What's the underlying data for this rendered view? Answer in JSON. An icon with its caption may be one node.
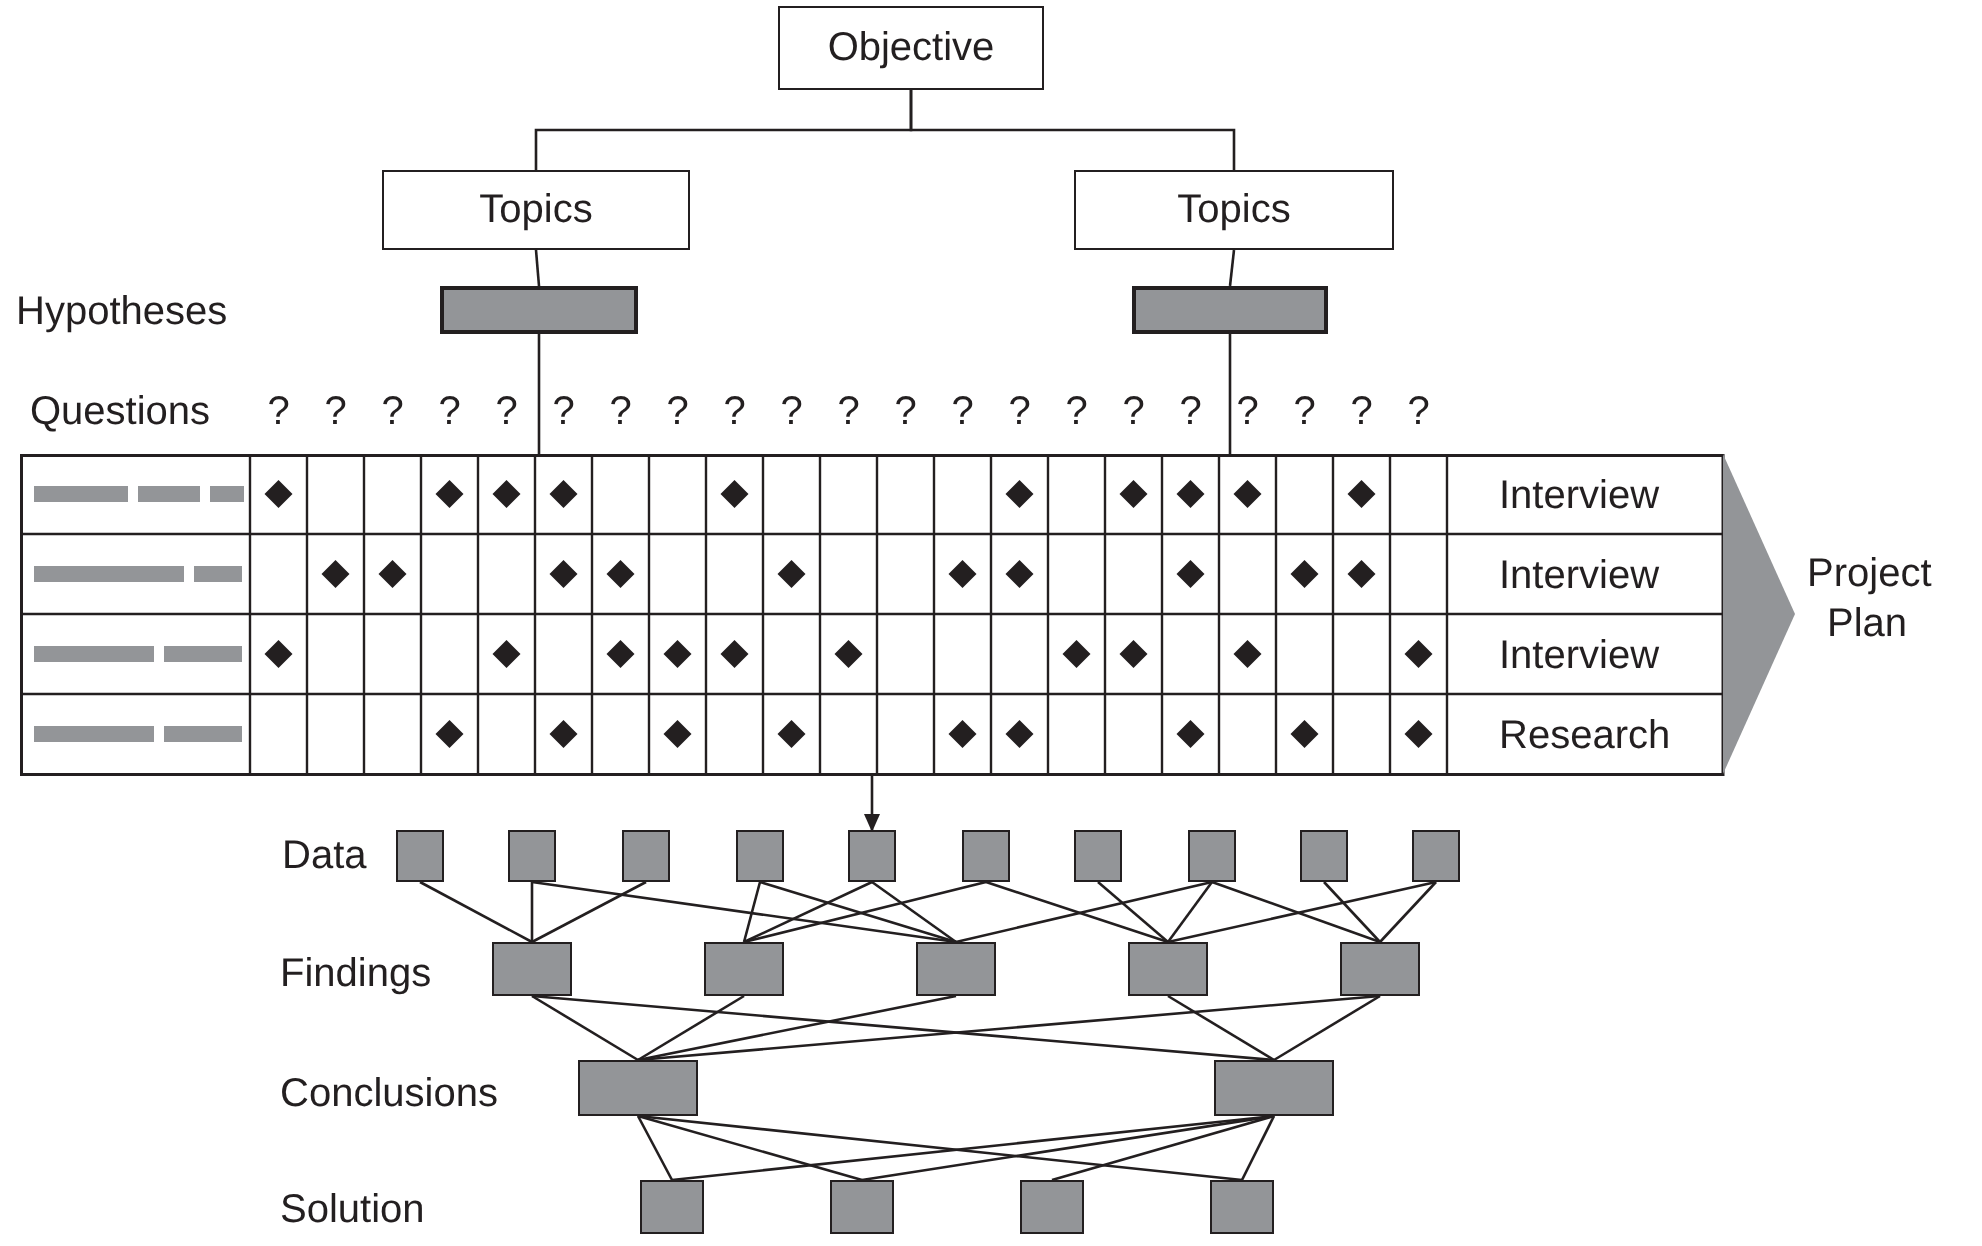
{
  "diagram": {
    "nodes": [
      {
        "text": [
          "Objective"
        ]
      },
      {
        "text": [
          "Topics"
        ]
      },
      {
        "text": [
          "Topics"
        ]
      },
      {
        "text": [],
        "shape": "bar"
      },
      {
        "text": [],
        "shape": "bar"
      },
      {
        "text": [
          "Project Plan"
        ]
      },
      {
        "text": [],
        "shape": "box"
      },
      {
        "text": [],
        "shape": "box"
      },
      {
        "text": [],
        "shape": "box"
      },
      {
        "text": [],
        "shape": "box"
      },
      {
        "text": [],
        "shape": "box"
      },
      {
        "text": [],
        "shape": "box"
      },
      {
        "text": [],
        "shape": "box"
      },
      {
        "text": [],
        "shape": "box"
      },
      {
        "text": [],
        "shape": "box"
      },
      {
        "text": [],
        "shape": "box"
      },
      {
        "text": [],
        "shape": "box"
      },
      {
        "text": [],
        "shape": "box"
      },
      {
        "text": [],
        "shape": "box"
      },
      {
        "text": [],
        "shape": "box"
      },
      {
        "text": [],
        "shape": "box"
      },
      {
        "text": [],
        "shape": "box"
      },
      {
        "text": [],
        "shape": "box"
      },
      {
        "text": [],
        "shape": "box"
      },
      {
        "text": [],
        "shape": "box"
      },
      {
        "text": [],
        "shape": "box"
      },
      {
        "text": [],
        "shape": "box"
      }
    ],
    "edges": [
      {
        "from": 0,
        "to": 1,
        "arrow": "none"
      },
      {
        "from": 0,
        "to": 2,
        "arrow": "none"
      },
      {
        "from": 1,
        "to": 3,
        "arrow": "none"
      },
      {
        "from": 2,
        "to": 4,
        "arrow": "none"
      },
      {
        "from": 3,
        "to": 5,
        "arrow": "none"
      },
      {
        "from": 4,
        "to": 5,
        "arrow": "none"
      },
      {
        "from": 5,
        "to": 10,
        "arrow": "to"
      },
      {
        "from": 6,
        "to": 16,
        "arrow": "none"
      },
      {
        "from": 7,
        "to": 16,
        "arrow": "none"
      },
      {
        "from": 7,
        "to": 18,
        "arrow": "none"
      },
      {
        "from": 8,
        "to": 16,
        "arrow": "none"
      },
      {
        "from": 9,
        "to": 17,
        "arrow": "none"
      },
      {
        "from": 9,
        "to": 18,
        "arrow": "none"
      },
      {
        "from": 10,
        "to": 17,
        "arrow": "none"
      },
      {
        "from": 10,
        "to": 18,
        "arrow": "none"
      },
      {
        "from": 11,
        "to": 17,
        "arrow": "none"
      },
      {
        "from": 11,
        "to": 19,
        "arrow": "none"
      },
      {
        "from": 12,
        "to": 19,
        "arrow": "none"
      },
      {
        "from": 13,
        "to": 18,
        "arrow": "none"
      },
      {
        "from": 13,
        "to": 19,
        "arrow": "none"
      },
      {
        "from": 13,
        "to": 20,
        "arrow": "none"
      },
      {
        "from": 14,
        "to": 20,
        "arrow": "none"
      },
      {
        "from": 15,
        "to": 19,
        "arrow": "none"
      },
      {
        "from": 15,
        "to": 20,
        "arrow": "none"
      },
      {
        "from": 16,
        "to": 21,
        "arrow": "none"
      },
      {
        "from": 16,
        "to": 22,
        "arrow": "none"
      },
      {
        "from": 17,
        "to": 21,
        "arrow": "none"
      },
      {
        "from": 18,
        "to": 21,
        "arrow": "none"
      },
      {
        "from": 19,
        "to": 22,
        "arrow": "none"
      },
      {
        "from": 20,
        "to": 22,
        "arrow": "none"
      },
      {
        "from": 20,
        "to": 21,
        "arrow": "none"
      },
      {
        "from": 21,
        "to": 23,
        "arrow": "none"
      },
      {
        "from": 21,
        "to": 24,
        "arrow": "none"
      },
      {
        "from": 21,
        "to": 26,
        "arrow": "none"
      },
      {
        "from": 22,
        "to": 23,
        "arrow": "none"
      },
      {
        "from": 22,
        "to": 24,
        "arrow": "none"
      },
      {
        "from": 22,
        "to": 25,
        "arrow": "none"
      },
      {
        "from": 22,
        "to": 26,
        "arrow": "none"
      }
    ],
    "labels": [
      "Hypotheses",
      "Questions",
      "?",
      "?",
      "?",
      "?",
      "?",
      "?",
      "?",
      "?",
      "?",
      "?",
      "?",
      "?",
      "?",
      "?",
      "?",
      "?",
      "?",
      "?",
      "?",
      "?",
      "?",
      "Interview",
      "Interview",
      "Interview",
      "Research",
      "Data",
      "Findings",
      "Conclusions",
      "Solution"
    ]
  }
}
